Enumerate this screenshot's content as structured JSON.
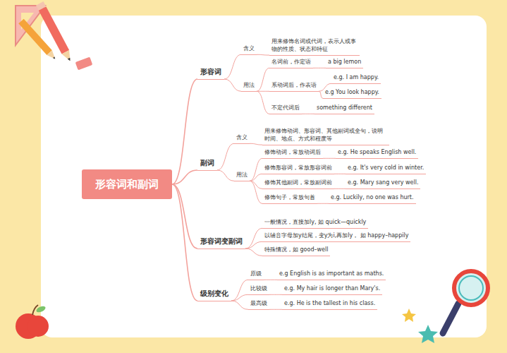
{
  "diagram": {
    "nodes": [
      {
        "text": [
          "形容词和副词"
        ]
      },
      {
        "text": [
          "形容词"
        ]
      },
      {
        "text": [
          "含义"
        ]
      },
      {
        "text": [
          "用来修饰名词或代词，表示人或事物的性质、状态和特征"
        ]
      },
      {
        "text": [
          "用法"
        ]
      },
      {
        "text": [
          "名词前，作定语"
        ]
      },
      {
        "text": [
          "a big lemon"
        ]
      },
      {
        "text": [
          "系动词后，作表语"
        ]
      },
      {
        "text": [
          "e.g. I am happy."
        ]
      },
      {
        "text": [
          "e.g You look happy."
        ]
      },
      {
        "text": [
          "不定代词后"
        ]
      },
      {
        "text": [
          "something different"
        ]
      },
      {
        "text": [
          "副词"
        ]
      },
      {
        "text": [
          "含义"
        ]
      },
      {
        "text": [
          "用来修饰动词、形容词、其他副词或全句，说明时间、地点、方式和程度等"
        ]
      },
      {
        "text": [
          "用法"
        ]
      },
      {
        "text": [
          "修饰动词，常放动词后"
        ]
      },
      {
        "text": [
          "e.g. He speaks English well."
        ]
      },
      {
        "text": [
          "修饰形容词，常放形容词前"
        ]
      },
      {
        "text": [
          "e.g. It's very cold in winter."
        ]
      },
      {
        "text": [
          "修饰其他副词，常放副词前"
        ]
      },
      {
        "text": [
          "e.g. Mary sang very well."
        ]
      },
      {
        "text": [
          "修饰句子，常放句首"
        ]
      },
      {
        "text": [
          "e.g. Luckily, no one was hurt."
        ]
      },
      {
        "text": [
          "形容词变副词"
        ]
      },
      {
        "text": [
          "一般情况，直接加ly, 如 quick—quickly"
        ]
      },
      {
        "text": [
          "以辅音字母加y结尾，变y为i,再加ly， 如 happy–happily"
        ]
      },
      {
        "text": [
          "特殊情况，如 good–well"
        ]
      },
      {
        "text": [
          "级别变化"
        ]
      },
      {
        "text": [
          "原级"
        ]
      },
      {
        "text": [
          "e.g English is as important as maths."
        ]
      },
      {
        "text": [
          "比较级"
        ]
      },
      {
        "text": [
          "e.g. My hair is longer than Mary's."
        ]
      },
      {
        "text": [
          "最高级"
        ]
      },
      {
        "text": [
          "e.g. He is the tallest in his class."
        ]
      }
    ],
    "edges": [
      {
        "from": 0,
        "to": 1,
        "arrow": "none"
      },
      {
        "from": 0,
        "to": 12,
        "arrow": "none"
      },
      {
        "from": 0,
        "to": 24,
        "arrow": "none"
      },
      {
        "from": 0,
        "to": 28,
        "arrow": "none"
      },
      {
        "from": 1,
        "to": 2,
        "arrow": "none"
      },
      {
        "from": 1,
        "to": 4,
        "arrow": "none"
      },
      {
        "from": 2,
        "to": 3,
        "arrow": "none"
      },
      {
        "from": 4,
        "to": 5,
        "arrow": "none"
      },
      {
        "from": 4,
        "to": 7,
        "arrow": "none"
      },
      {
        "from": 4,
        "to": 10,
        "arrow": "none"
      },
      {
        "from": 5,
        "to": 6,
        "arrow": "none"
      },
      {
        "from": 7,
        "to": 8,
        "arrow": "none"
      },
      {
        "from": 7,
        "to": 9,
        "arrow": "none"
      },
      {
        "from": 10,
        "to": 11,
        "arrow": "none"
      },
      {
        "from": 12,
        "to": 13,
        "arrow": "none"
      },
      {
        "from": 12,
        "to": 15,
        "arrow": "none"
      },
      {
        "from": 13,
        "to": 14,
        "arrow": "none"
      },
      {
        "from": 15,
        "to": 16,
        "arrow": "none"
      },
      {
        "from": 15,
        "to": 18,
        "arrow": "none"
      },
      {
        "from": 15,
        "to": 20,
        "arrow": "none"
      },
      {
        "from": 15,
        "to": 22,
        "arrow": "none"
      },
      {
        "from": 16,
        "to": 17,
        "arrow": "none"
      },
      {
        "from": 18,
        "to": 19,
        "arrow": "none"
      },
      {
        "from": 20,
        "to": 21,
        "arrow": "none"
      },
      {
        "from": 22,
        "to": 23,
        "arrow": "none"
      },
      {
        "from": 24,
        "to": 25,
        "arrow": "none"
      },
      {
        "from": 24,
        "to": 26,
        "arrow": "none"
      },
      {
        "from": 24,
        "to": 27,
        "arrow": "none"
      },
      {
        "from": 28,
        "to": 29,
        "arrow": "none"
      },
      {
        "from": 28,
        "to": 31,
        "arrow": "none"
      },
      {
        "from": 28,
        "to": 33,
        "arrow": "none"
      },
      {
        "from": 29,
        "to": 30,
        "arrow": "none"
      },
      {
        "from": 31,
        "to": 32,
        "arrow": "none"
      },
      {
        "from": 33,
        "to": 34,
        "arrow": "none"
      }
    ]
  }
}
